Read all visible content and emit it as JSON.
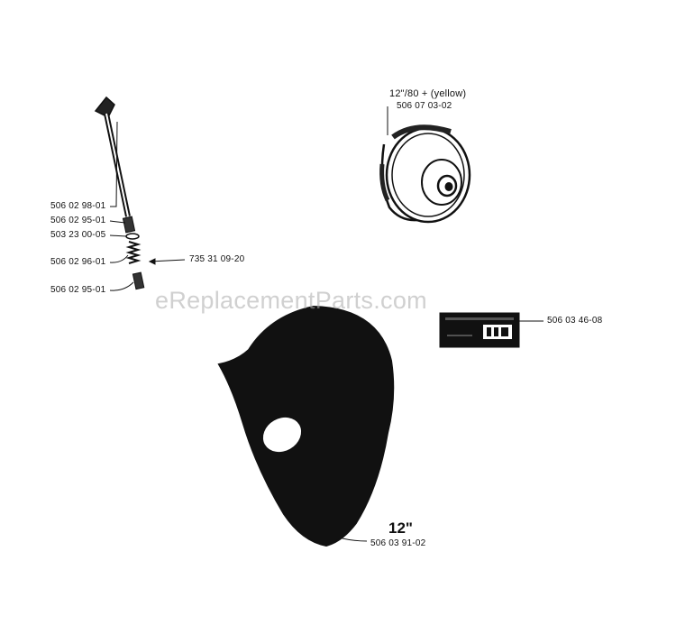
{
  "watermark": "eReplacementParts.com",
  "parts": {
    "handle_top": "506 02 98-01",
    "spacer": "506 02 95-01",
    "washer": "503 23 00-05",
    "spring": "506 02 96-01",
    "spacer_lower": "506 02 95-01",
    "clip": "735 31 09-20",
    "spool_size": "12\"/80 + (yellow)",
    "spool": "506 07 03-02",
    "decal": "506 03 46-08",
    "guard_size": "12\"",
    "guard": "506 03 91-02"
  },
  "colors": {
    "ink": "#111111",
    "paper": "#ffffff",
    "watermark": "#aaaaaa"
  }
}
